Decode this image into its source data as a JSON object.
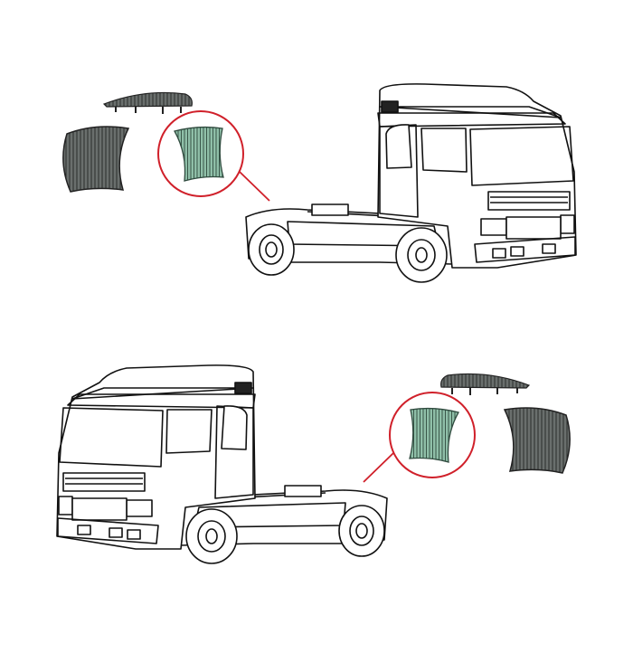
{
  "illustration": {
    "panels": [
      {
        "truck_facing": "right",
        "highlighted_part": "mudguard"
      },
      {
        "truck_facing": "left",
        "highlighted_part": "mudguard"
      }
    ],
    "colors": {
      "highlight_circle": "#d0202a",
      "highlighted_part": "#8fbfa8",
      "dark_part": "#5f6462",
      "outline": "#111111"
    }
  }
}
